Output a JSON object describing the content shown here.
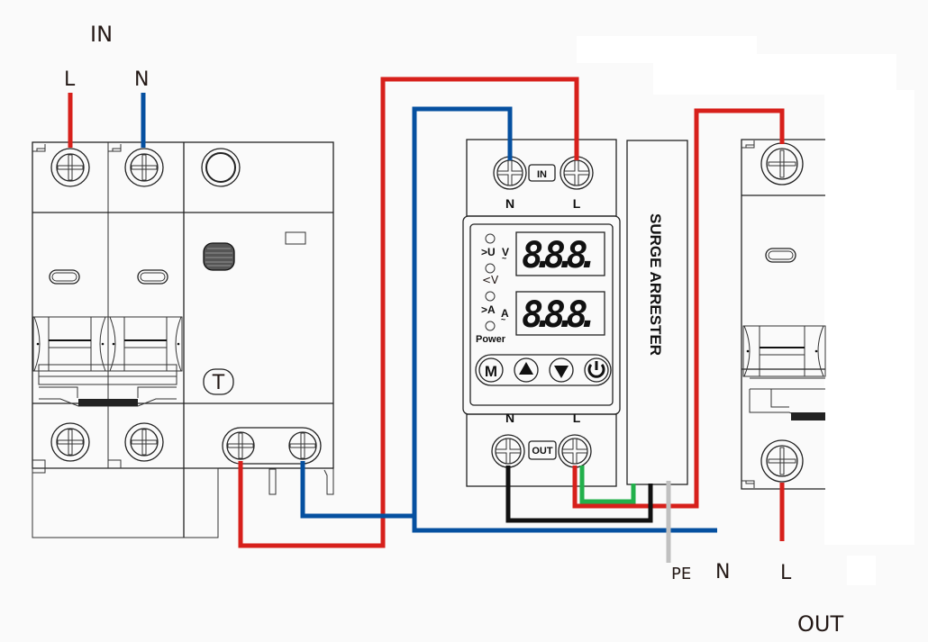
{
  "diagram": {
    "title_in": "IN",
    "title_out": "OUT",
    "input_terminals": {
      "line": "L",
      "neutral": "N"
    },
    "output_terminals": {
      "pe": "PE",
      "neutral": "N",
      "line": "L"
    },
    "rcbo": {
      "name": "RCBO 2P breaker",
      "test_button": "T"
    },
    "protector": {
      "name": "Voltage/current protector",
      "top_terminal_label": "IN",
      "bottom_terminal_label": "OUT",
      "top_n": "N",
      "top_l": "L",
      "bottom_n": "N",
      "bottom_l": "L",
      "indicators": [
        ">U",
        "<V",
        ">A",
        "Power"
      ],
      "unit_voltage": "V",
      "unit_current": "A",
      "display_voltage": "8.8.8.",
      "display_current": "8.8.8.",
      "buttons": [
        {
          "name": "mode",
          "label": "M"
        },
        {
          "name": "up",
          "label": "▲"
        },
        {
          "name": "down",
          "label": "▼"
        },
        {
          "name": "power",
          "label": "⏻"
        }
      ]
    },
    "surge_arrester": {
      "label": "SURGE ARRESTER"
    },
    "mcb": {
      "name": "MCB 1P breaker"
    },
    "wire_colors": {
      "line": "#d7201b",
      "neutral": "#0550a0",
      "earth": "#22b04b",
      "black": "#111111",
      "pe": "#c0c0c0"
    }
  }
}
